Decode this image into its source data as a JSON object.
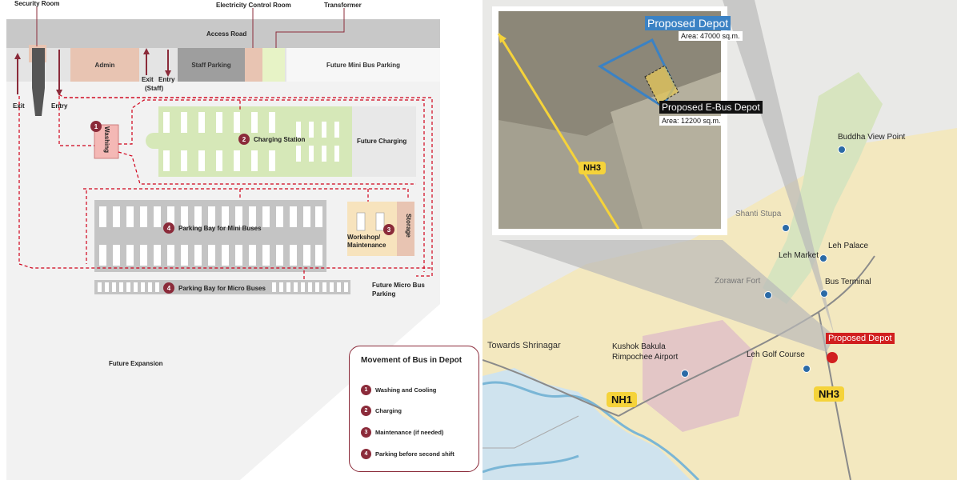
{
  "site_plan": {
    "labels": {
      "security_room": "Security Room",
      "electricity_control_room": "Electricity Control Room",
      "transformer": "Transformer",
      "access_road": "Access Road",
      "admin": "Admin",
      "exit_staff": "Exit",
      "entry_staff": "Entry",
      "staff_tag": "(Staff)",
      "staff_parking": "Staff Parking",
      "future_mini_bus_parking": "Future Mini Bus Parking",
      "exit": "Exit",
      "entry": "Entry",
      "washing": "Washing",
      "charging_station": "Charging Station",
      "future_charging": "Future Charging",
      "parking_mini": "Parking Bay for Mini Buses",
      "workshop": "Workshop/ Maintenance",
      "storage": "Storage",
      "parking_micro": "Parking Bay for Micro Buses",
      "future_micro_line1": "Future Micro Bus",
      "future_micro_line2": "Parking",
      "future_expansion": "Future Expansion"
    },
    "badges": {
      "washing": "1",
      "charging": "2",
      "workshop": "3",
      "mini": "4",
      "micro": "4"
    },
    "legend": {
      "title": "Movement of Bus in Depot",
      "items": [
        {
          "num": "1",
          "text": "Washing and Cooling"
        },
        {
          "num": "2",
          "text": "Charging"
        },
        {
          "num": "3",
          "text": "Maintenance (if needed)"
        },
        {
          "num": "4",
          "text": "Parking before second shift"
        }
      ]
    },
    "colors": {
      "accent": "#8b2b3a",
      "route": "#d0021b",
      "charging": "#d6e8b8",
      "admin": "#e8c4b2"
    }
  },
  "map": {
    "inset": {
      "proposed_depot": "Proposed Depot",
      "area_depot": "Area: 47000 sq.m.",
      "proposed_ebus": "Proposed E-Bus Depot",
      "area_ebus": "Area: 12200 sq.m.",
      "nh3": "NH3"
    },
    "places": {
      "buddha_view_point": "Buddha View Point",
      "shanti_stupa": "Shanti Stupa",
      "leh_palace": "Leh Palace",
      "leh_market": "Leh Market",
      "bus_terminal": "Bus Terminal",
      "zorawar_fort": "Zorawar Fort",
      "towards_shrinagar": "Towards Shrinagar",
      "airport_line1": "Kushok Bakula",
      "airport_line2": "Rimpochee Airport",
      "leh_golf_course": "Leh Golf Course",
      "proposed_depot": "Proposed Depot"
    },
    "roads": {
      "nh1": "NH1",
      "nh3": "NH3"
    },
    "colors": {
      "depot_blue": "#3b82c4",
      "depot_red": "#d11f1f",
      "highway": "#f5d33a"
    }
  }
}
